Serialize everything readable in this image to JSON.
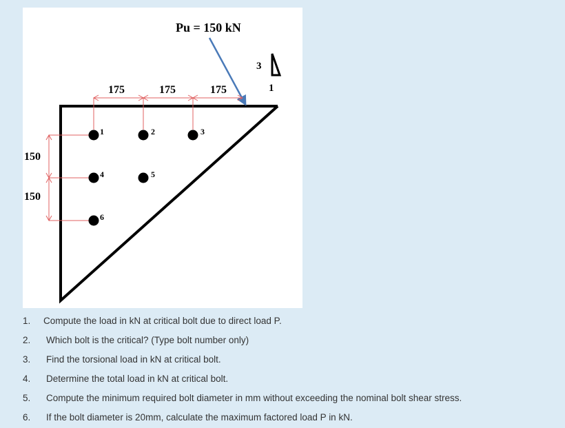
{
  "figure": {
    "load_label": "Pu = 150 kN",
    "slope": {
      "rise": "3",
      "run": "1"
    },
    "horizontal_dims": [
      "175",
      "175",
      "175"
    ],
    "vertical_dims": [
      "150",
      "150"
    ],
    "bolts": [
      "1",
      "2",
      "3",
      "4",
      "5",
      "6"
    ]
  },
  "questions": [
    {
      "num": "1.",
      "text": "Compute the load in kN at critical bolt due to direct load P."
    },
    {
      "num": "2.",
      "text": "Which bolt is the critical? (Type bolt number only)"
    },
    {
      "num": "3.",
      "text": "Find the torsional load in kN at critical bolt."
    },
    {
      "num": "4.",
      "text": "Determine the total load in kN at critical bolt."
    },
    {
      "num": "5.",
      "text": "Compute the minimum required bolt diameter in mm without exceeding the nominal bolt shear stress."
    },
    {
      "num": "6.",
      "text": "If the bolt diameter is 20mm, calculate the maximum factored load P in kN."
    }
  ]
}
